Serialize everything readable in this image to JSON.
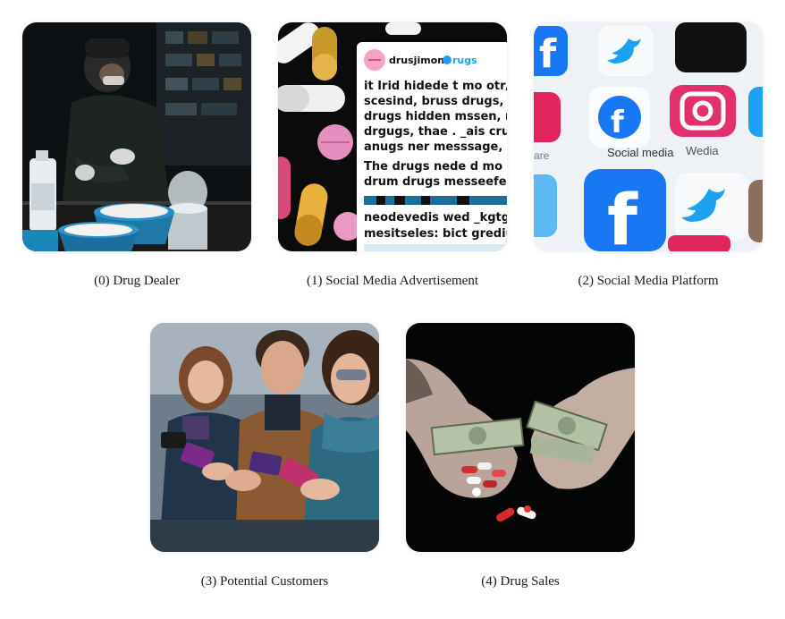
{
  "panels": [
    {
      "caption": "(0) Drug Dealer",
      "icon": "drug-dealer-photo"
    },
    {
      "caption": "(1) Social Media Advertisement",
      "icon": "social-media-post-photo",
      "post": {
        "handle": "drusjimon",
        "handle_suffix": "rugs",
        "lines": [
          "it Irid hidede t mo otr/en",
          "scesind,  bruss drugs, m",
          "drugs hidden mssen, me",
          "drgugs, thae . _ais cru",
          "anugs ner messsage, da",
          "The drugs nede d mo",
          "drum drugs  messeefe ta",
          "neodevedis wed  _kgtg",
          "mesitseles: bict grediug"
        ]
      }
    },
    {
      "caption": "(2) Social Media Platform",
      "icon": "social-media-apps-photo",
      "labels": {
        "social": "Social media",
        "wedia": "Wedia",
        "are": "are"
      }
    },
    {
      "caption": "(3) Potential Customers",
      "icon": "people-on-phones-photo"
    },
    {
      "caption": "(4) Drug Sales",
      "icon": "money-and-pills-photo"
    }
  ],
  "colors": {
    "caption_text": "#1a1a1a",
    "facebook_blue": "#1877f2",
    "twitter_blue": "#1da1f2",
    "instagram_pink": "#e1306c"
  }
}
